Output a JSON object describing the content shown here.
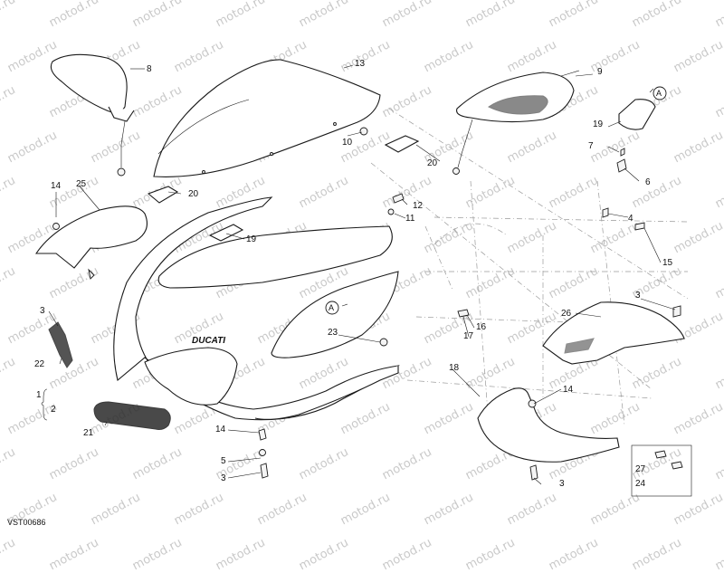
{
  "watermark": {
    "text": "motod.ru"
  },
  "drawing_code": "VST00686",
  "callouts": [
    {
      "id": "c8",
      "label": "8"
    },
    {
      "id": "c13",
      "label": "13"
    },
    {
      "id": "c9",
      "label": "9"
    },
    {
      "id": "cA1",
      "label": "A"
    },
    {
      "id": "c19a",
      "label": "19"
    },
    {
      "id": "c10",
      "label": "10"
    },
    {
      "id": "c20a",
      "label": "20"
    },
    {
      "id": "c7",
      "label": "7"
    },
    {
      "id": "c6",
      "label": "6"
    },
    {
      "id": "c20b",
      "label": "20"
    },
    {
      "id": "c14a",
      "label": "14"
    },
    {
      "id": "c25",
      "label": "25"
    },
    {
      "id": "c12",
      "label": "12"
    },
    {
      "id": "c11",
      "label": "11"
    },
    {
      "id": "c4",
      "label": "4"
    },
    {
      "id": "c19b",
      "label": "19"
    },
    {
      "id": "c15",
      "label": "15"
    },
    {
      "id": "c3a",
      "label": "3"
    },
    {
      "id": "c3b",
      "label": "3"
    },
    {
      "id": "cA2",
      "label": "A"
    },
    {
      "id": "c26",
      "label": "26"
    },
    {
      "id": "c16",
      "label": "16"
    },
    {
      "id": "c17",
      "label": "17"
    },
    {
      "id": "c23",
      "label": "23"
    },
    {
      "id": "c22",
      "label": "22"
    },
    {
      "id": "c18",
      "label": "18"
    },
    {
      "id": "c1",
      "label": "1"
    },
    {
      "id": "c2",
      "label": "2"
    },
    {
      "id": "c14b",
      "label": "14"
    },
    {
      "id": "c21",
      "label": "21"
    },
    {
      "id": "c14c",
      "label": "14"
    },
    {
      "id": "c5",
      "label": "5"
    },
    {
      "id": "c3c",
      "label": "3"
    },
    {
      "id": "c27",
      "label": "27"
    },
    {
      "id": "c24",
      "label": "24"
    },
    {
      "id": "c3d",
      "label": "3"
    }
  ],
  "brand_decal": "DUCATI"
}
